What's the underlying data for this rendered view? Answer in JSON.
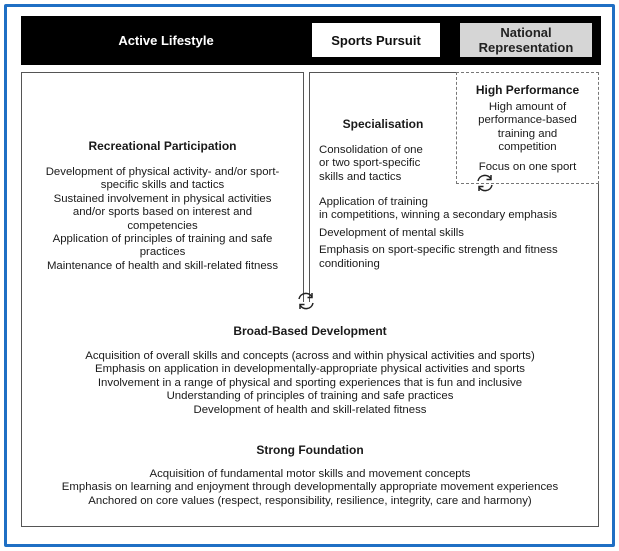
{
  "header": {
    "active_lifestyle": "Active Lifestyle",
    "sports_pursuit": "Sports Pursuit",
    "national_representation_line1": "National",
    "national_representation_line2": "Representation"
  },
  "recreational": {
    "title": "Recreational Participation",
    "lines": [
      "Development of physical activity- and/or sport-",
      "specific skills and tactics",
      "Sustained involvement in physical activities",
      "and/or sports based on interest and",
      "competencies",
      "Application of principles of training and safe",
      "practices",
      "Maintenance of health and skill-related fitness"
    ]
  },
  "specialisation": {
    "title": "Specialisation",
    "lines_top": [
      "Consolidation of one",
      "or two sport-specific",
      "skills and tactics"
    ],
    "lines_bottom": [
      "Application of training",
      "in competitions, winning a secondary emphasis",
      "Development of mental skills",
      "Emphasis on sport-specific strength and fitness",
      "conditioning"
    ]
  },
  "high_performance": {
    "title": "High Performance",
    "lines": [
      "High amount of",
      "performance-based",
      "training and",
      "competition",
      "Focus on one sport"
    ]
  },
  "broad_based": {
    "title": "Broad-Based Development",
    "lines": [
      "Acquisition of overall skills and concepts (across and within physical activities and sports)",
      "Emphasis on application in developmentally-appropriate physical activities and sports",
      "Involvement in a range of physical and sporting experiences that is fun and inclusive",
      "Understanding of principles of training and safe practices",
      "Development of health and skill-related fitness"
    ]
  },
  "strong_foundation": {
    "title": "Strong Foundation",
    "lines": [
      "Acquisition of fundamental motor skills and movement concepts",
      "Emphasis on learning and enjoyment through developmentally appropriate movement experiences",
      "Anchored on core values (respect, responsibility, resilience, integrity, care and harmony)"
    ]
  },
  "icons": {
    "cycle": "cycle-arrows-icon"
  },
  "colors": {
    "frame": "#1f6fc4",
    "header_bg": "#000000",
    "national_bg": "#d6d6d6"
  }
}
